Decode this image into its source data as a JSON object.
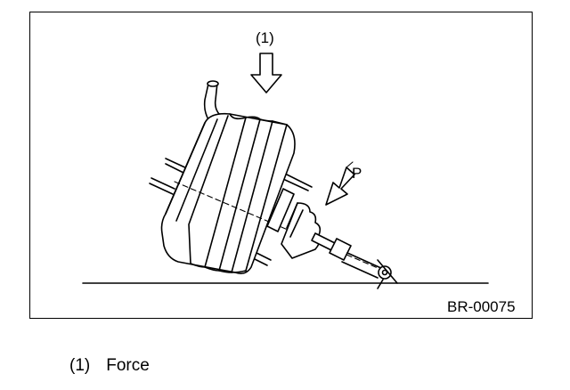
{
  "figure": {
    "callout": "(1)",
    "force_label": "P",
    "figure_code": "BR-00075"
  },
  "legend": {
    "number": "(1)",
    "text": "Force"
  },
  "colors": {
    "line": "#000000",
    "background": "#ffffff"
  }
}
